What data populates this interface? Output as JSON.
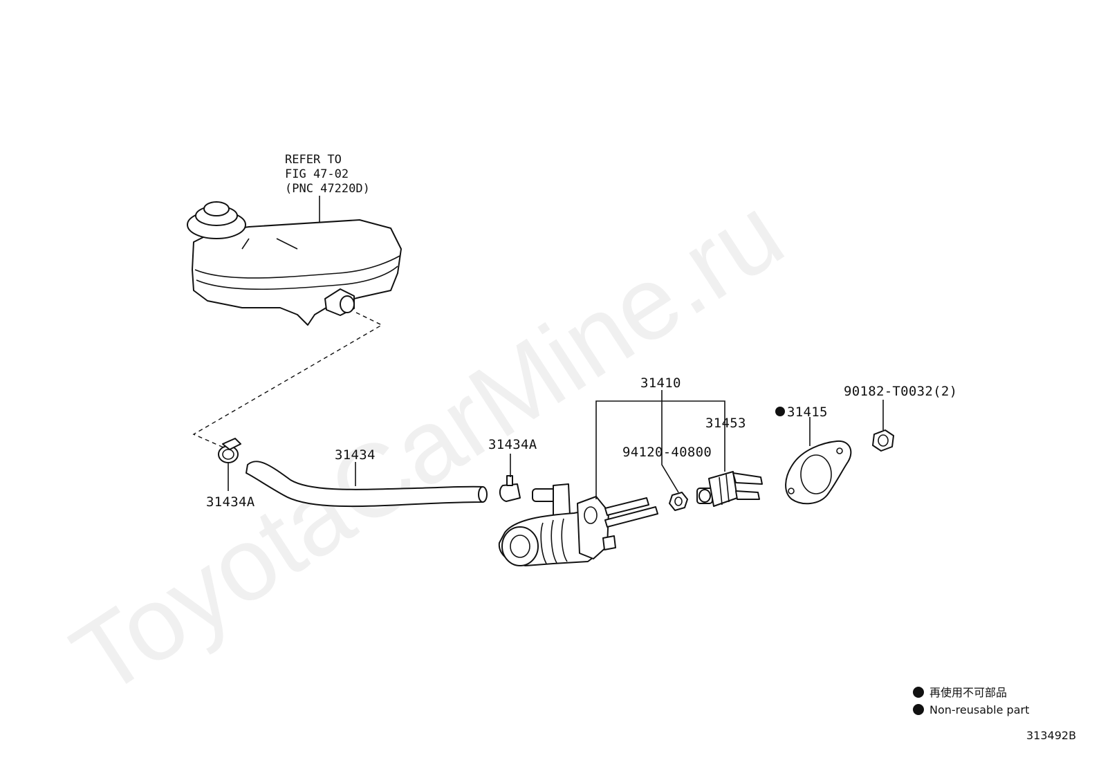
{
  "watermark": "ToyotaCarMine.ru",
  "reference": {
    "line1": "REFER TO",
    "line2": "FIG 47-02",
    "line3": "(PNC 47220D)"
  },
  "parts": {
    "p31410": "31410",
    "p31453": "31453",
    "p31415": "31415",
    "p90182": "90182-T0032(2)",
    "p94120": "94120-40800",
    "p31434": "31434",
    "p31434A_right": "31434A",
    "p31434A_left": "31434A"
  },
  "legend": {
    "japanese": "再使用不可部品",
    "english": "Non-reusable part"
  },
  "figure_id": "313492B"
}
